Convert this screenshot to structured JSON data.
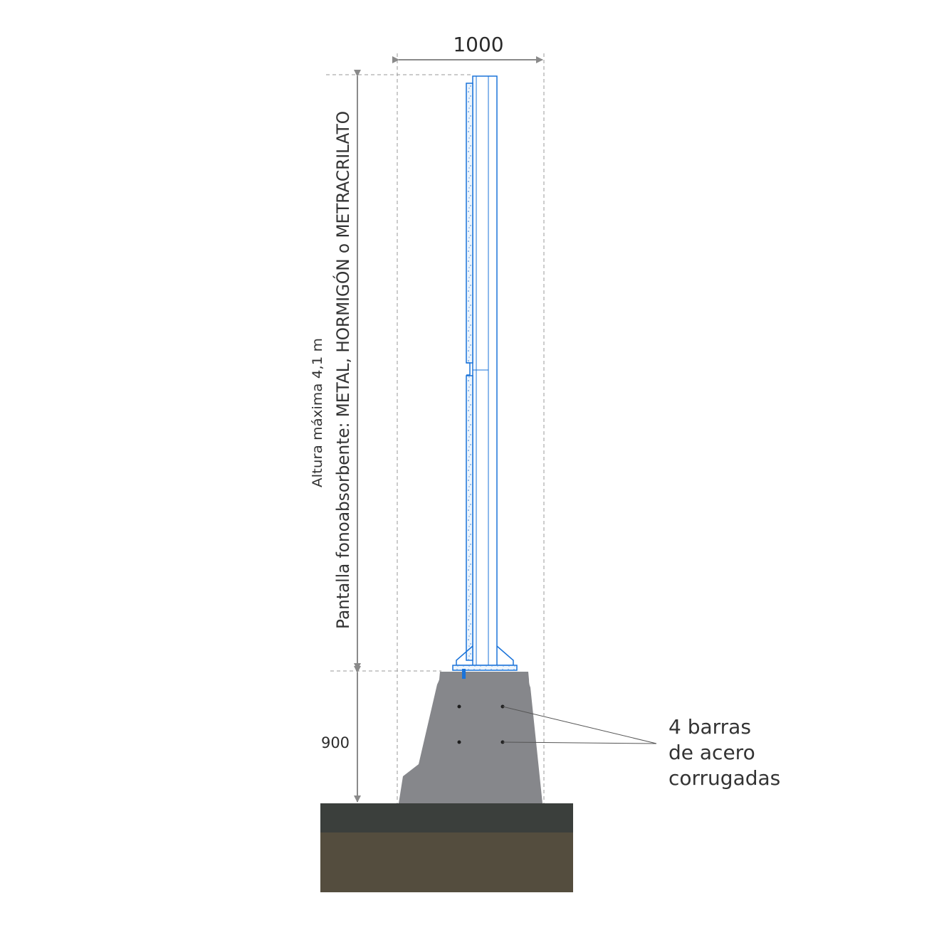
{
  "dimensions": {
    "width_label": "1000",
    "base_height_label": "900"
  },
  "panel_labels": {
    "line1": "Altura máxima 4,1 m",
    "line2": "Pantalla fonoabsorbente: METAL, HORMIGÓN o METRACRILATO"
  },
  "callout": {
    "line1": "4 barras",
    "line2": "de acero",
    "line3": "corrugadas"
  },
  "colors": {
    "panel_blue": "#1a73d9",
    "panel_fill": "#eef5fc",
    "concrete": "#86878b",
    "asphalt": "#3b3f3c",
    "soil": "#544d3e",
    "dim_gray": "#8a8a8a"
  }
}
